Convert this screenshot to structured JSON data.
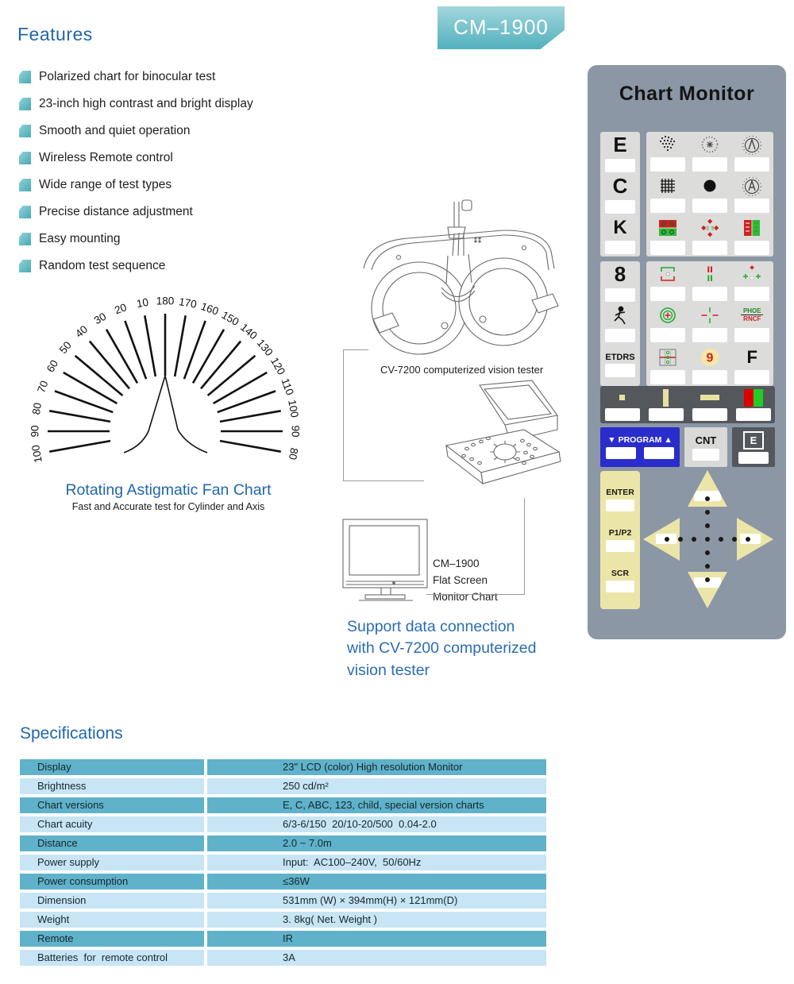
{
  "page": {
    "features_title": "Features",
    "features": [
      "Polarized chart for binocular test",
      "23-inch high contrast and bright display",
      "Smooth and quiet operation",
      "Wireless Remote control",
      "Wide range of test types",
      "Precise distance adjustment",
      "Easy mounting",
      "Random test sequence"
    ],
    "model_badge": "CM–1900",
    "support_text": "Support data connection\nwith  CV-7200  computerized\nvision tester"
  },
  "fan_chart": {
    "type": "radial-fan",
    "labels": [
      "80",
      "90",
      "100",
      "110",
      "120",
      "130",
      "140",
      "150",
      "160",
      "170",
      "180",
      "10",
      "20",
      "30",
      "40",
      "50",
      "60",
      "70",
      "80",
      "90",
      "100"
    ],
    "angle_start_deg": -10,
    "angle_step_deg": 10,
    "title": "Rotating Astigmatic Fan Chart",
    "subtitle": "Fast and Accurate test for Cylinder and Axis"
  },
  "devices": {
    "phoropter_caption": "CV-7200 computerized vision tester",
    "monitor_label": "CM–1900\nFlat Screen\nMonitor Chart"
  },
  "remote": {
    "title": "Chart Monitor",
    "left_keys_1": [
      "E",
      "C",
      "K"
    ],
    "left_keys_2": [
      "8",
      "ETDRS"
    ],
    "phoe": "PHOE",
    "rncf": "RNCF",
    "nine": "9",
    "f": "F",
    "program_label": "▼ PROGRAM ▲",
    "cnt_label": "CNT",
    "e_key_label": "E",
    "side_buttons": [
      "ENTER",
      "P1/P2",
      "SCR"
    ]
  },
  "specs": {
    "title": "Specifications",
    "rows": [
      {
        "label": "Display",
        "value": "23\" LCD (color) High resolution Monitor",
        "shade": "dark"
      },
      {
        "label": "Brightness",
        "value": "250 cd/m²",
        "shade": "light"
      },
      {
        "label": "Chart versions",
        "value": "E, C, ABC, 123, child, special version charts",
        "shade": "dark"
      },
      {
        "label": "Chart acuity",
        "value": "6/3-6/150  20/10-20/500  0.04-2.0",
        "shade": "light"
      },
      {
        "label": "Distance",
        "value": "2.0 ~ 7.0m",
        "shade": "dark"
      },
      {
        "label": "Power supply",
        "value": "Input:  AC100–240V,  50/60Hz",
        "shade": "light"
      },
      {
        "label": "Power consumption",
        "value": "≤36W",
        "shade": "dark"
      },
      {
        "label": "Dimension",
        "value": "531mm (W) × 394mm(H) × 121mm(D)",
        "shade": "light"
      },
      {
        "label": "Weight",
        "value": "3. 8kg( Net. Weight )",
        "shade": "light"
      },
      {
        "label": "Remote",
        "value": "IR",
        "shade": "dark"
      },
      {
        "label": "Batteries  for  remote control",
        "value": "3A",
        "shade": "light"
      }
    ]
  },
  "colors": {
    "heading_blue": "#2166ae",
    "bullet_teal": "#46aab6",
    "banner_teal": "#51b1be",
    "table_dark": "#5fb2ca",
    "table_light": "#c7e5f4",
    "panel_gray": "#8b97a4",
    "program_blue": "#2b2ccc",
    "cream": "#ece5a8",
    "chart_red": "#cc2222",
    "chart_green": "#22aa33"
  }
}
